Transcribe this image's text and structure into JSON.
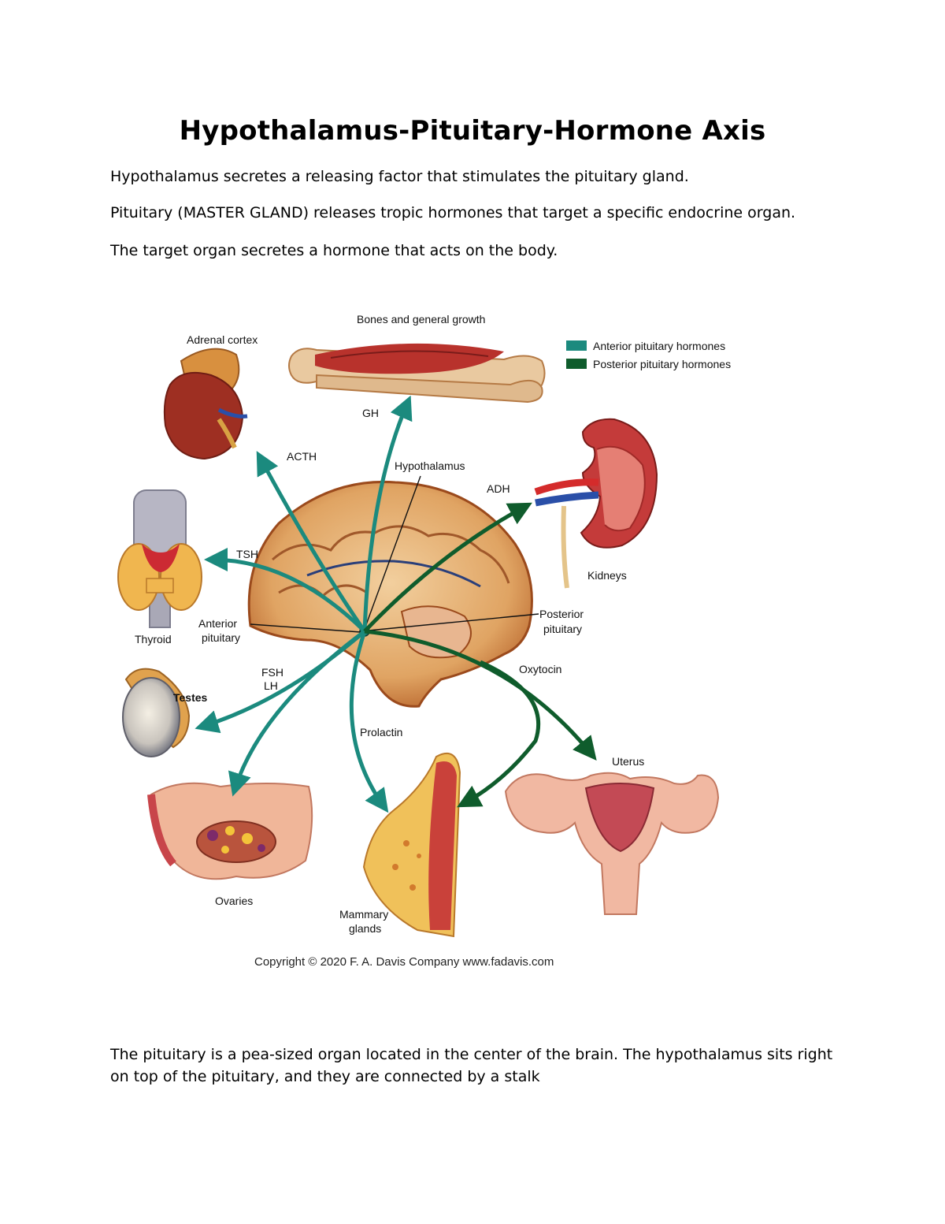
{
  "document": {
    "title": "Hypothalamus-Pituitary-Hormone Axis",
    "paragraphs": [
      "Hypothalamus secretes a releasing factor that stimulates the pituitary gland.",
      "Pituitary (MASTER GLAND) releases tropic hormones that target a specific endocrine organ.",
      "The target organ secretes a hormone that acts on the body."
    ],
    "footer_paragraph": "The pituitary is a pea-sized organ located in the center of the brain. The hypothalamus sits right on top of the pituitary, and they are connected by a stalk"
  },
  "figure": {
    "legend": {
      "anterior": "Anterior pituitary hormones",
      "posterior": "Posterior pituitary hormones"
    },
    "colors": {
      "anterior": "#1b8a7e",
      "posterior": "#0f5c2c"
    },
    "organs": {
      "bones": "Bones and general growth",
      "adrenal": "Adrenal cortex",
      "kidneys": "Kidneys",
      "thyroid": "Thyroid",
      "testes": "Testes",
      "ovaries": "Ovaries",
      "mammary_line1": "Mammary",
      "mammary_line2": "glands",
      "uterus": "Uterus"
    },
    "structures": {
      "hypothalamus": "Hypothalamus",
      "anterior_line1": "Anterior",
      "anterior_line2": "pituitary",
      "posterior_line1": "Posterior",
      "posterior_line2": "pituitary"
    },
    "hormones": {
      "gh": "GH",
      "acth": "ACTH",
      "adh": "ADH",
      "tsh": "TSH",
      "fsh": "FSH",
      "lh": "LH",
      "oxytocin": "Oxytocin",
      "prolactin": "Prolactin"
    },
    "copyright": "Copyright © 2020 F. A. Davis Company www.fadavis.com"
  }
}
